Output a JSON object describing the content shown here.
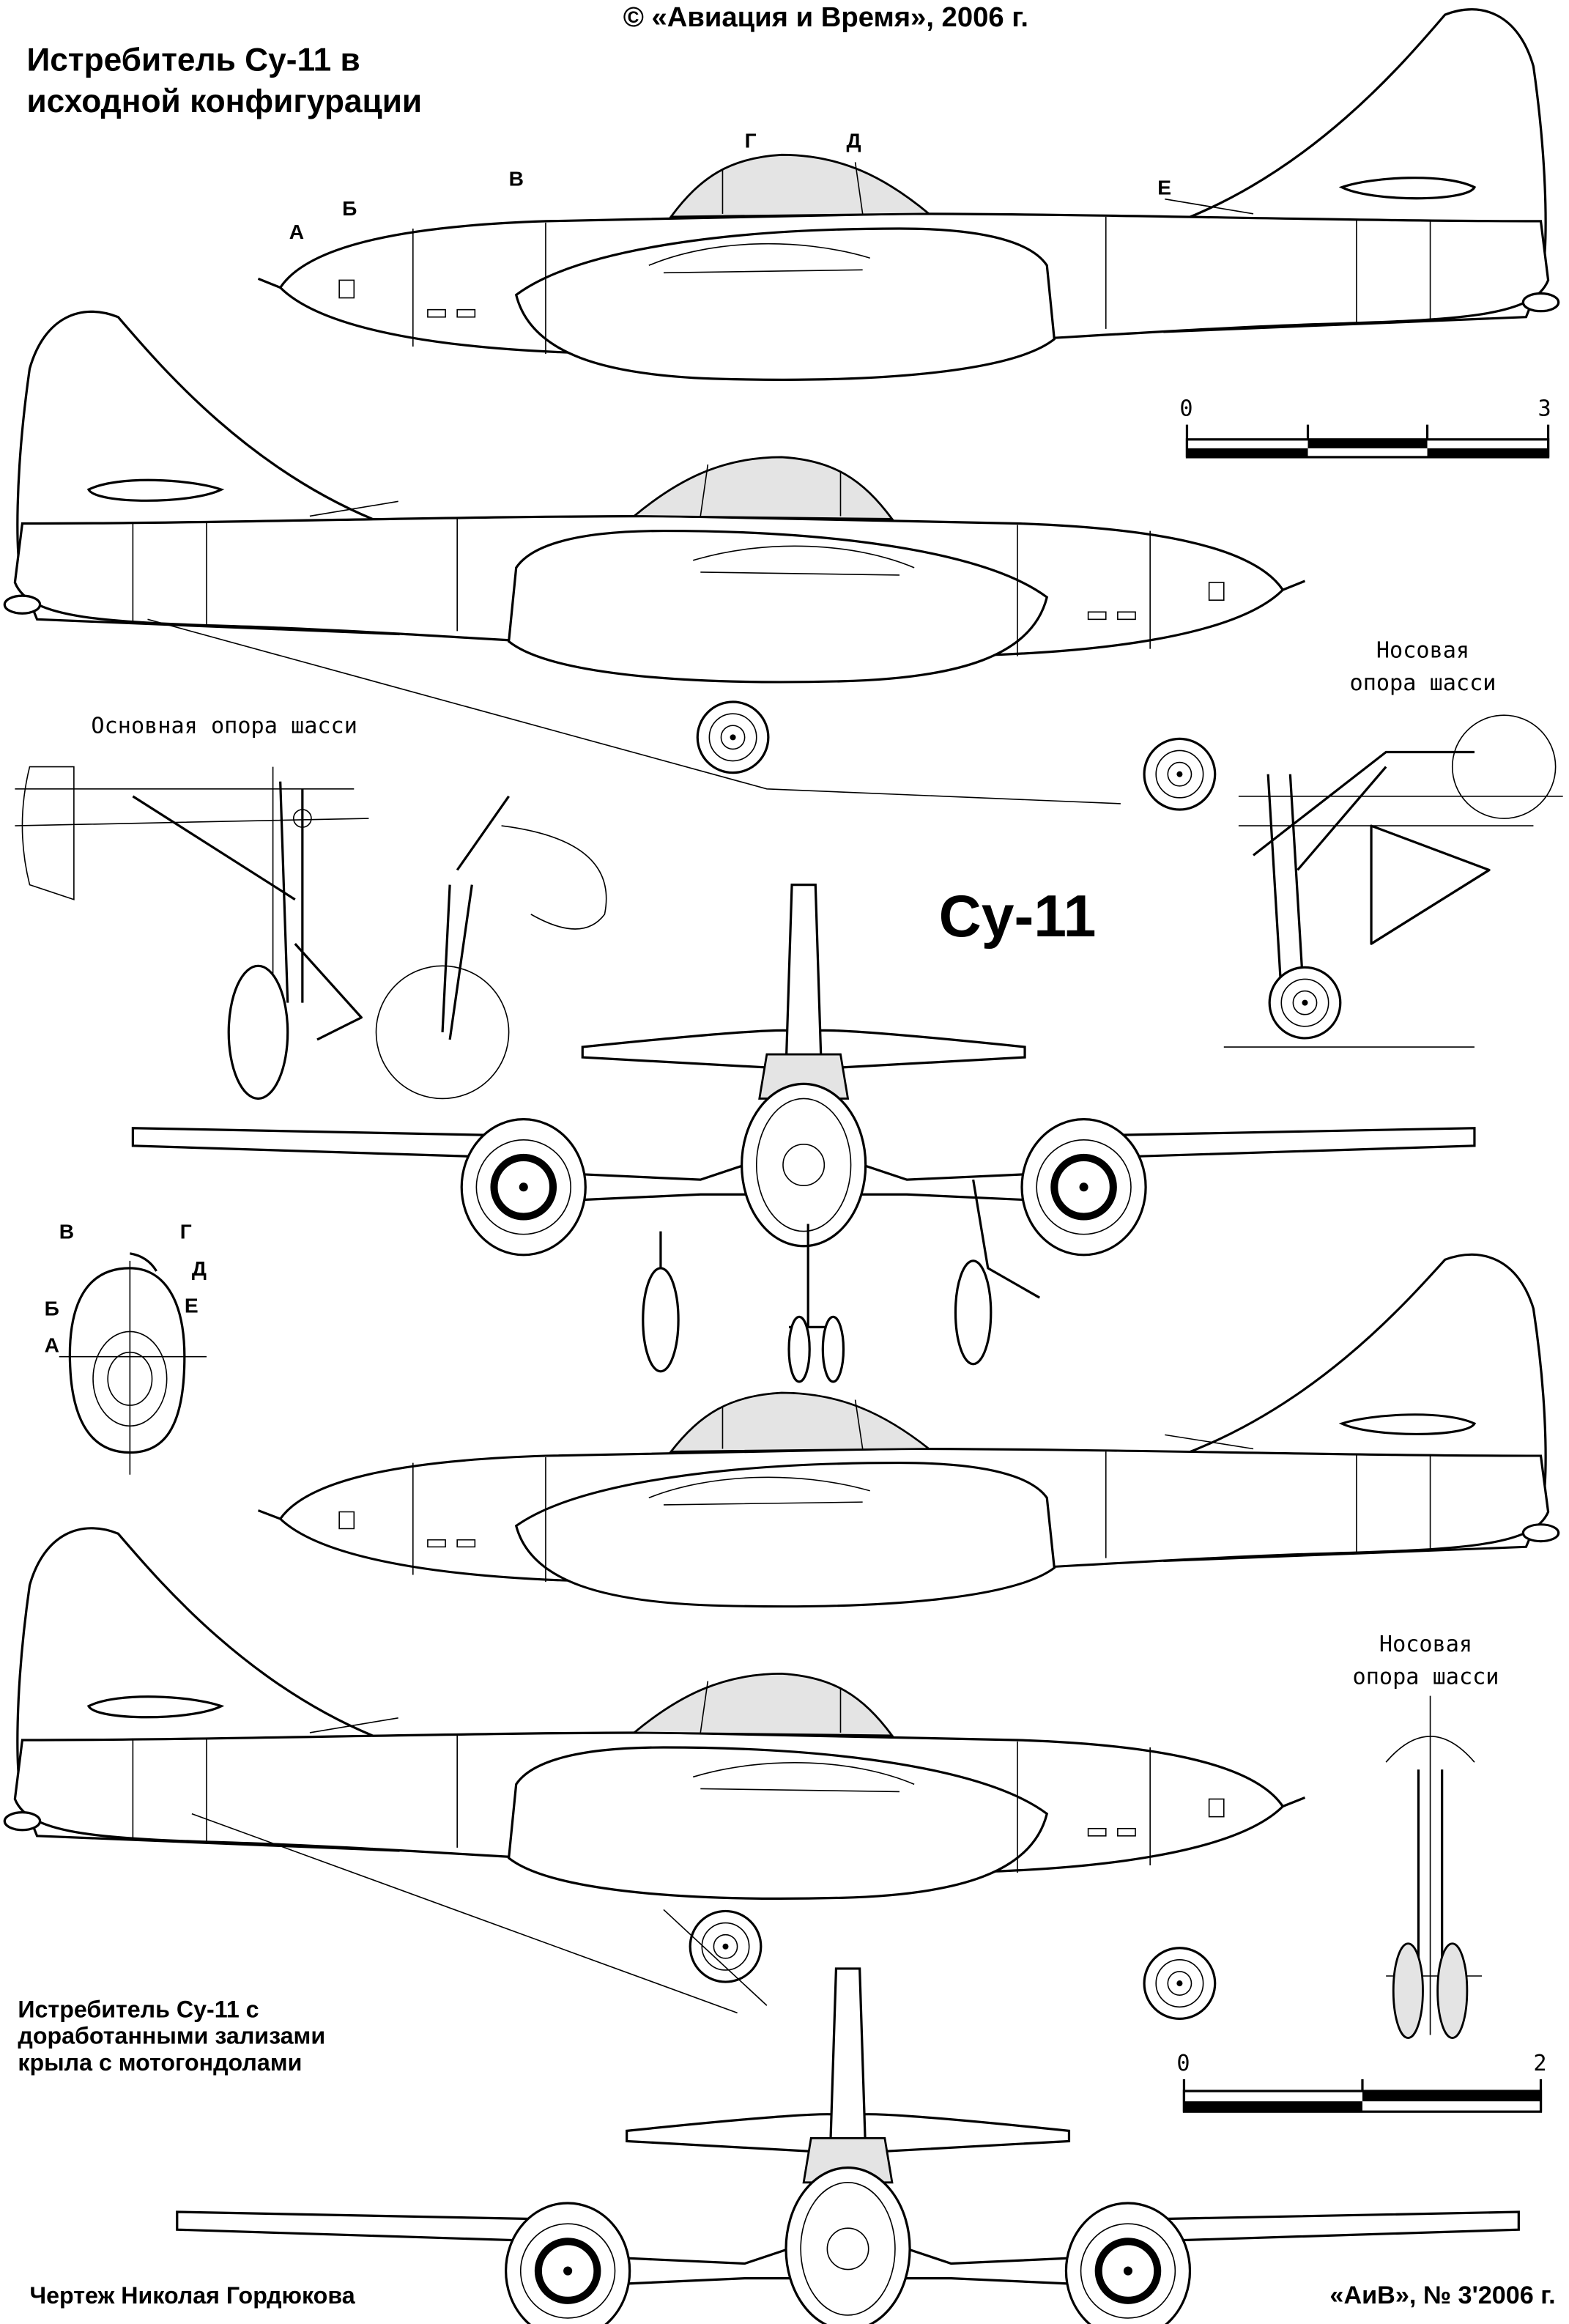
{
  "copyright": "© «Авиация и Время», 2006 г.",
  "title_original": [
    "Истребитель Су-11 в",
    "исходной конфигурации"
  ],
  "title_modified": [
    "Истребитель Су-11 с",
    "доработанными зализами",
    "крыла с мотогондолами"
  ],
  "aircraft_name": "Су-11",
  "section_marks": [
    "А",
    "Б",
    "В",
    "Г",
    "Д",
    "Е"
  ],
  "section_diagram_labels": {
    "v": "В",
    "g": "Г",
    "d": "Д",
    "b": "Б",
    "e": "Е",
    "a": "А"
  },
  "nose_gear_label": [
    "Носовая",
    "опора шасси"
  ],
  "main_gear_label": "Основная опора шасси",
  "scale_top": {
    "start": "0",
    "end": "3"
  },
  "scale_bottom": {
    "start": "0",
    "end": "2"
  },
  "author": "Чертеж Николая Гордюкова",
  "issue": "«АиВ», № 3'2006 г.",
  "colors": {
    "ink": "#000000",
    "paper": "#ffffff"
  }
}
